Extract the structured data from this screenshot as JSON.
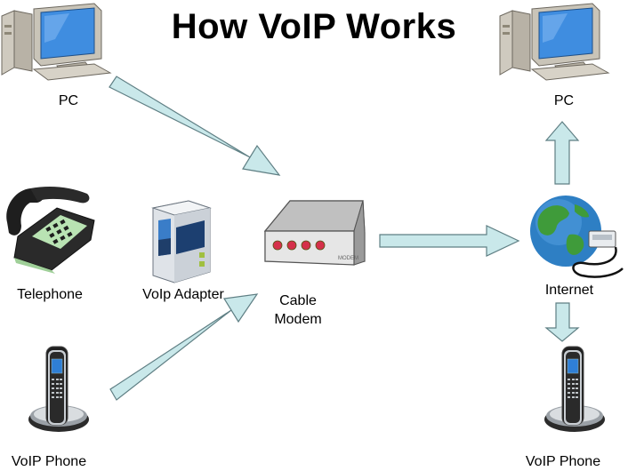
{
  "title": "How VoIP Works",
  "nodes": {
    "pc_left": {
      "label": "PC",
      "icon": "desktop-pc-icon"
    },
    "pc_right": {
      "label": "PC",
      "icon": "desktop-pc-icon"
    },
    "telephone": {
      "label": "Telephone",
      "icon": "desk-telephone-icon"
    },
    "voip_adapter": {
      "label": "VoIp Adapter",
      "icon": "voip-adapter-icon"
    },
    "cable_modem": {
      "label_line1": "Cable",
      "label_line2": "Modem",
      "device_text": "MODEM",
      "icon": "cable-modem-icon"
    },
    "internet": {
      "label": "Internet",
      "icon": "globe-network-icon"
    },
    "voip_phone_left": {
      "label": "VoIP Phone",
      "icon": "cordless-phone-icon"
    },
    "voip_phone_right": {
      "label": "VoIP Phone",
      "icon": "cordless-phone-icon"
    }
  },
  "colors": {
    "arrow_fill": "#c9e8ea",
    "arrow_stroke": "#5f7f84",
    "monitor_screen": "#3f8de0",
    "modem_light": "#d5304a",
    "phone_screen": "#2f7fd6",
    "globe_ocean": "#2e7fc4",
    "globe_land": "#3f9b3a"
  }
}
